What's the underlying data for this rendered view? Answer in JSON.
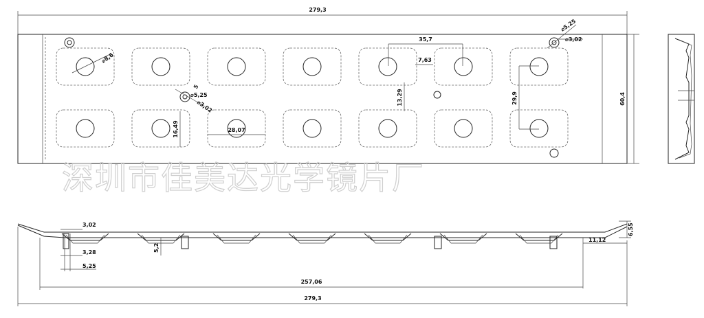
{
  "watermark": "深圳市佳美达光学镜片厂",
  "dimensions": {
    "top_width": "279,3",
    "height": "60,4",
    "pitch": "35,7",
    "gap": "7,63",
    "row_gap": "13,29",
    "row_pitch": "29,9",
    "cell_width": "28,07",
    "cell_height": "16,49",
    "lens_dia": "⌀8,6",
    "mount_5": "5",
    "mount_525_a": "⌀5,25",
    "mount_302_a": "⌀3,02",
    "mount_525_b": "⌀5,25",
    "mount_302_b": "⌀3,02",
    "side_302": "3,02",
    "side_328": "3,28",
    "side_525": "5,25",
    "side_52": "5,2",
    "side_655": "6,55",
    "side_1112": "11,12",
    "inner_width": "257,06",
    "bottom_width": "279,3"
  },
  "colors": {
    "line": "#222222",
    "watermark": "#cfcfcf"
  }
}
